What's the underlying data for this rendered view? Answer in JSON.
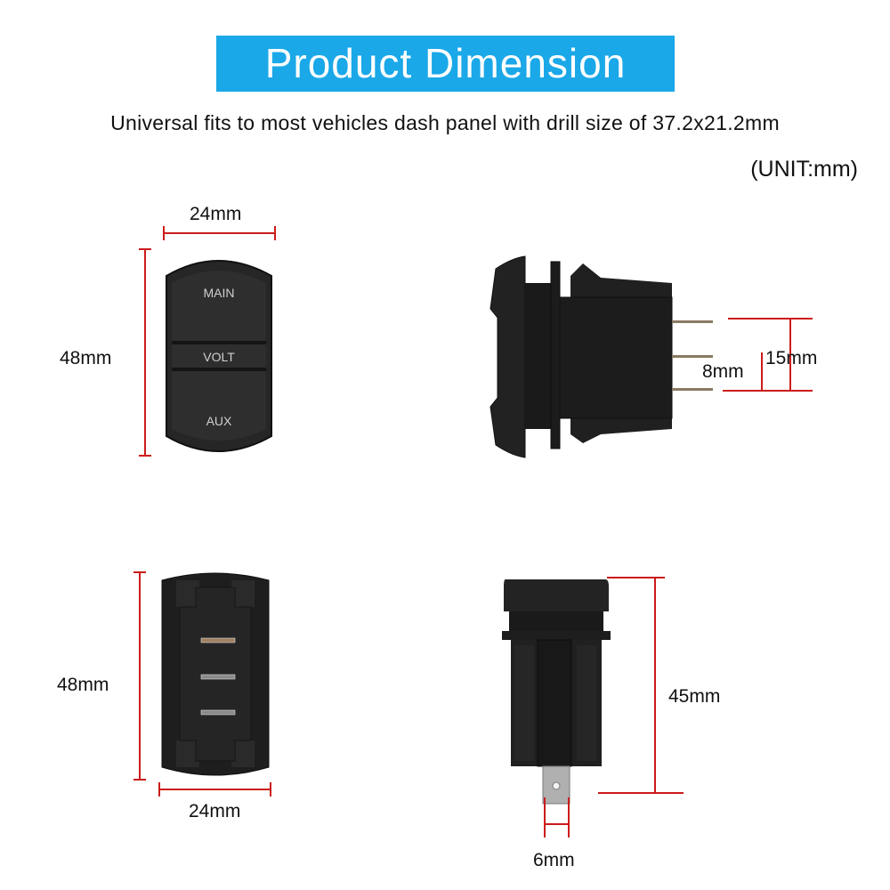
{
  "header": {
    "title": "Product Dimension",
    "subtitle": "Universal fits to most vehicles dash panel with drill size of 37.2x21.2mm",
    "unit_note": "(UNIT:mm)"
  },
  "colors": {
    "banner": "#1aa8e8",
    "dimension_line": "#cc1b1b",
    "switch_body": "#1c1c1c"
  },
  "views": {
    "front": {
      "width_label": "24mm",
      "height_label": "48mm",
      "face_labels": [
        "MAIN",
        "VOLT",
        "AUX"
      ]
    },
    "side": {
      "pin_span_label": "15mm",
      "pin_pitch_label": "8mm"
    },
    "back": {
      "height_label": "48mm",
      "width_label": "24mm"
    },
    "end": {
      "height_label": "45mm",
      "terminal_width_label": "6mm"
    }
  }
}
